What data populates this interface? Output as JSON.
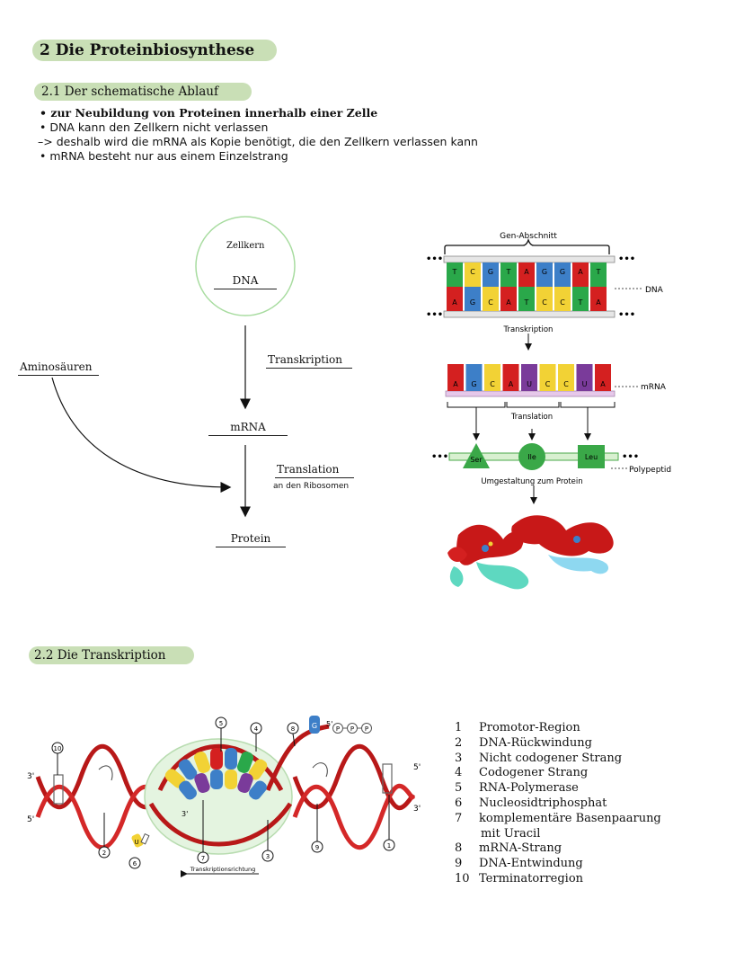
{
  "section_title": "2  Die Proteinbiosynthese",
  "sub1": {
    "title": "2.1  Der schematische Ablauf",
    "bullets": [
      "• zur Neubildung von Proteinen innerhalb einer Zelle",
      "• DNA kann den Zellkern nicht verlassen",
      "–> deshalb wird die mRNA als Kopie benötigt, die den Zellkern verlassen kann",
      "• mRNA besteht nur aus einem Einzelstrang"
    ]
  },
  "flow": {
    "nucleus_label": "Zellkern",
    "dna": "DNA",
    "transkription": "Transkription",
    "aminosaeuren": "Aminosäuren",
    "mrna": "mRNA",
    "translation": "Translation",
    "translation_note": "an den Ribosomen",
    "protein": "Protein"
  },
  "right_diagram": {
    "gene_label": "Gen-Abschnitt",
    "dna_label": "DNA",
    "transkription": "Transkription",
    "mrna_label": "mRNA",
    "translation": "Translation",
    "polypeptid": "Polypeptid",
    "umgestaltung": "Umgestaltung zum Protein",
    "dna_top": [
      "T",
      "C",
      "G",
      "T",
      "A",
      "G",
      "G",
      "A",
      "T"
    ],
    "dna_bottom": [
      "A",
      "G",
      "C",
      "A",
      "T",
      "C",
      "C",
      "T",
      "A"
    ],
    "mrna_bases": [
      "A",
      "G",
      "C",
      "A",
      "U",
      "C",
      "C",
      "U",
      "A"
    ],
    "amino_acids": [
      "Ser",
      "Ile",
      "Leu"
    ],
    "dots": "•••",
    "base_colors": {
      "A": "#d42020",
      "T": "#2aa84a",
      "G": "#3d7fc8",
      "C": "#f2d235",
      "U": "#7a3b9a"
    }
  },
  "sub2": {
    "title": "2.2  Die Transkription",
    "direction_label": "Transkriptionsrichtung",
    "end_3": "3'",
    "end_5": "5'",
    "phosphates": [
      "P",
      "P",
      "P"
    ],
    "marker_numbers": [
      "1",
      "2",
      "3",
      "4",
      "5",
      "6",
      "7",
      "8",
      "9",
      "10"
    ],
    "nucleotide_base": "G",
    "loose_base": "U",
    "legend": [
      {
        "num": "1",
        "text": "Promotor-Region"
      },
      {
        "num": "2",
        "text": "DNA-Rückwindung"
      },
      {
        "num": "3",
        "text": "Nicht codogener Strang"
      },
      {
        "num": "4",
        "text": "Codogener Strang"
      },
      {
        "num": "5",
        "text": "RNA-Polymerase"
      },
      {
        "num": "6",
        "text": "Nucleosidtriphosphat"
      },
      {
        "num": "7",
        "text": "komplementäre Basenpaarung"
      },
      {
        "num": "",
        "text": "mit Uracil"
      },
      {
        "num": "8",
        "text": "mRNA-Strang"
      },
      {
        "num": "9",
        "text": "DNA-Entwindung"
      },
      {
        "num": "10",
        "text": "Terminatorregion"
      }
    ]
  }
}
